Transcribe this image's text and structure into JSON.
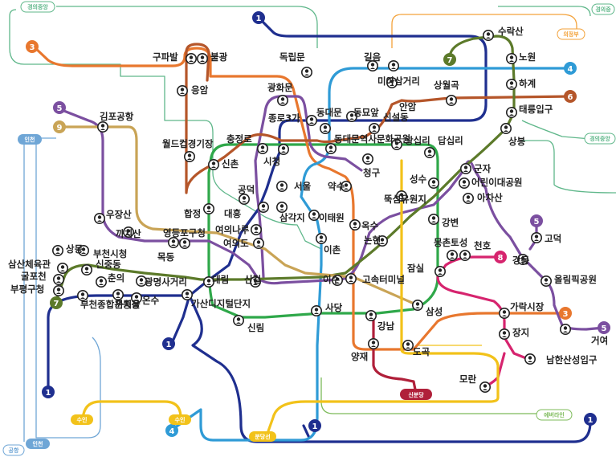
{
  "colors": {
    "line1": "#1f2f8f",
    "line2": "#2fa84a",
    "line3": "#e8772e",
    "line4": "#2f9bd6",
    "line5": "#7b4fa0",
    "line6": "#b5562a",
    "line7": "#5c7a2a",
    "line8": "#d6246e",
    "line9": "#c9a456",
    "gyeongui": "#5fb78a",
    "airport": "#6fa6d6",
    "suin": "#f2c21a",
    "bundang": "#f2c21a",
    "sinbundang": "#b0203a",
    "everline": "#7dbb5a",
    "uijeongbu": "#f3a23a"
  },
  "line_badges": [
    {
      "id": "b1a",
      "text": "1",
      "color": "#1f2f8f"
    },
    {
      "id": "b1b",
      "text": "1",
      "color": "#1f2f8f"
    },
    {
      "id": "b1c",
      "text": "1",
      "color": "#1f2f8f"
    },
    {
      "id": "b1d",
      "text": "1",
      "color": "#1f2f8f"
    },
    {
      "id": "b1e",
      "text": "1",
      "color": "#1f2f8f"
    },
    {
      "id": "b3a",
      "text": "3",
      "color": "#e8772e"
    },
    {
      "id": "b3b",
      "text": "3",
      "color": "#e8772e"
    },
    {
      "id": "b4a",
      "text": "4",
      "color": "#2f9bd6"
    },
    {
      "id": "b4b",
      "text": "4",
      "color": "#2f9bd6"
    },
    {
      "id": "b5a",
      "text": "5",
      "color": "#7b4fa0"
    },
    {
      "id": "b5b",
      "text": "5",
      "color": "#7b4fa0"
    },
    {
      "id": "b5c",
      "text": "5",
      "color": "#7b4fa0"
    },
    {
      "id": "b6a",
      "text": "6",
      "color": "#b5562a"
    },
    {
      "id": "b7a",
      "text": "7",
      "color": "#5c7a2a"
    },
    {
      "id": "b7b",
      "text": "7",
      "color": "#5c7a2a"
    },
    {
      "id": "b8a",
      "text": "8",
      "color": "#d6246e"
    },
    {
      "id": "b9a",
      "text": "9",
      "color": "#c9a456"
    }
  ],
  "line_tags": [
    {
      "id": "t-gy1",
      "text": "경의중앙",
      "color": "#5fb78a",
      "filled": false
    },
    {
      "id": "t-gy2",
      "text": "경의중",
      "color": "#5fb78a",
      "filled": false
    },
    {
      "id": "t-gy3",
      "text": "경의중앙",
      "color": "#5fb78a",
      "filled": false
    },
    {
      "id": "t-uj",
      "text": "의정부",
      "color": "#f3a23a",
      "filled": false
    },
    {
      "id": "t-ap1",
      "text": "인천",
      "color": "#6fa6d6",
      "filled": true
    },
    {
      "id": "t-ap2",
      "text": "인천",
      "color": "#6fa6d6",
      "filled": true
    },
    {
      "id": "t-ap3",
      "text": "공항",
      "color": "#6fa6d6",
      "filled": false
    },
    {
      "id": "t-su1",
      "text": "수인",
      "color": "#f2c21a",
      "filled": true
    },
    {
      "id": "t-su2",
      "text": "수인",
      "color": "#f2c21a",
      "filled": true
    },
    {
      "id": "t-bd",
      "text": "분당선",
      "color": "#f2c21a",
      "filled": true
    },
    {
      "id": "t-sb",
      "text": "신분당",
      "color": "#b0203a",
      "filled": true
    },
    {
      "id": "t-ev",
      "text": "에버라인",
      "color": "#7dbb5a",
      "filled": false
    }
  ],
  "stations": [
    {
      "name": "수락산"
    },
    {
      "name": "노원"
    },
    {
      "name": "하계"
    },
    {
      "name": "태릉입구"
    },
    {
      "name": "상봉"
    },
    {
      "name": "구파발"
    },
    {
      "name": "불광"
    },
    {
      "name": "응암"
    },
    {
      "name": "독립문"
    },
    {
      "name": "길음"
    },
    {
      "name": "미아삼거리"
    },
    {
      "name": "상월곡"
    },
    {
      "name": "안암"
    },
    {
      "name": "광화문"
    },
    {
      "name": "종로3가"
    },
    {
      "name": "동대문"
    },
    {
      "name": "동묘앞"
    },
    {
      "name": "신설동"
    },
    {
      "name": "김포공항"
    },
    {
      "name": "월드컵경기장"
    },
    {
      "name": "충정로"
    },
    {
      "name": "동대문역사문화공원"
    },
    {
      "name": "왕십리"
    },
    {
      "name": "답십리"
    },
    {
      "name": "군자"
    },
    {
      "name": "어린이대공원"
    },
    {
      "name": "아차산"
    },
    {
      "name": "신촌"
    },
    {
      "name": "시청"
    },
    {
      "name": "청구"
    },
    {
      "name": "성수"
    },
    {
      "name": "뚝섬유원지"
    },
    {
      "name": "공덕"
    },
    {
      "name": "서울"
    },
    {
      "name": "약수"
    },
    {
      "name": "합정"
    },
    {
      "name": "대흥"
    },
    {
      "name": "우장산"
    },
    {
      "name": "삼각지"
    },
    {
      "name": "이태원"
    },
    {
      "name": "옥수"
    },
    {
      "name": "강변"
    },
    {
      "name": "까치산"
    },
    {
      "name": "영등포구청"
    },
    {
      "name": "여의나루"
    },
    {
      "name": "고덕"
    },
    {
      "name": "여의도"
    },
    {
      "name": "논현"
    },
    {
      "name": "몽촌토성"
    },
    {
      "name": "천호"
    },
    {
      "name": "상동"
    },
    {
      "name": "부천시청"
    },
    {
      "name": "목동"
    },
    {
      "name": "이촌"
    },
    {
      "name": "강동"
    },
    {
      "name": "신중동"
    },
    {
      "name": "삼산체육관"
    },
    {
      "name": "굴포천"
    },
    {
      "name": "부평구청"
    },
    {
      "name": "잠실"
    },
    {
      "name": "춘의"
    },
    {
      "name": "광명사거리"
    },
    {
      "name": "대림"
    },
    {
      "name": "신길"
    },
    {
      "name": "이수"
    },
    {
      "name": "고속터미널"
    },
    {
      "name": "올림픽공원"
    },
    {
      "name": "부천종합운동장"
    },
    {
      "name": "까치울"
    },
    {
      "name": "온수"
    },
    {
      "name": "가산디지털단지"
    },
    {
      "name": "가락시장"
    },
    {
      "name": "사당"
    },
    {
      "name": "삼성"
    },
    {
      "name": "신림"
    },
    {
      "name": "강남"
    },
    {
      "name": "장지"
    },
    {
      "name": "거여"
    },
    {
      "name": "양재"
    },
    {
      "name": "도곡"
    },
    {
      "name": "남한산성입구"
    },
    {
      "name": "모란"
    }
  ]
}
